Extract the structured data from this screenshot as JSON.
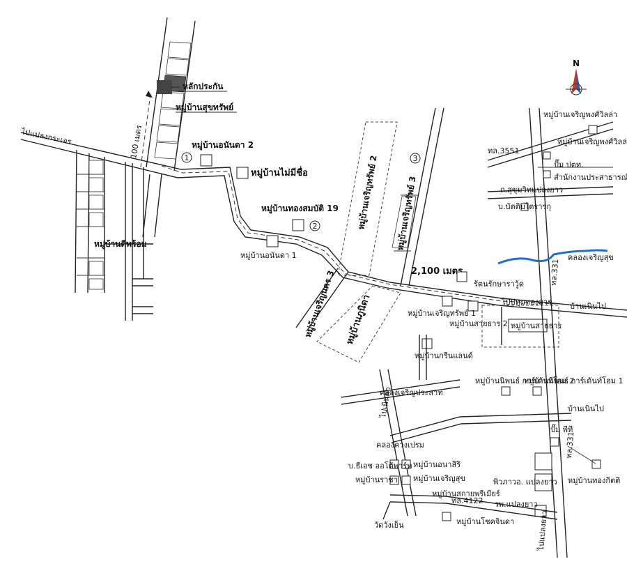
{
  "map": {
    "site": {
      "marker_label": "หลักประกัน",
      "village": "หมู่บ้านสุขทรัพย์"
    },
    "distances": {
      "short": "100 เมตร",
      "long": "2,100 เมตร"
    },
    "markers": [
      "1",
      "2",
      "3"
    ],
    "compass": {
      "north": "N"
    },
    "villages": {
      "anankha2": "หมู่บ้านอนันดา 2",
      "maimichue": "หมู่บ้านไม่มีชื่อ",
      "thongsombat19": "หมู่บ้านทองสมบัติ 19",
      "anankha1": "หมู่บ้านอนันดา 1",
      "kanokthong": "หมู่บ้านดีพร้อม",
      "charoensap2": "หมู่บ้านเจริญทรัพย์ 2",
      "charoensap3": "หมู่บ้านเจริญทรัพย์ 3",
      "charoennakhon3": "หมู่บ้านเจริญนคร 3",
      "phunika": "หมู่บ้านภูนิดา",
      "rattanaphon": "รัตนรักษาราวู้ด",
      "charoensap1": "หมู่บ้านเจริญทรัพย์ 1",
      "saiyarak2": "หมู่บ้านสายธาร 2",
      "saiyarak": "หมู่บ้านสายธาร",
      "greenland": "หมู่บ้านกรีนแลนด์",
      "nipon2": "หมู่บ้านนิพนธ์ การ์เด้นท์โฮม 2",
      "nipon1": "หมู่บ้านนิพนธ์ การ์เด้นท์โฮม 1",
      "anaset": "หมู่บ้านอนาสิริ",
      "charoensuk": "หมู่บ้านเจริญสุข",
      "ratcha": "หมู่บ้านราชา",
      "chokdee": "หมู่บ้านทองกิตติ",
      "srimueang": "หมู่บ้านสกายพรีเมียร์",
      "chaichinda": "หมู่บ้านโชคจินดา",
      "charoenpong": "หมู่บ้านเจริญพงศ์วิลล่า"
    },
    "places": {
      "bo_ptt": "ปั๊ม ปตท.",
      "samnakngan": "สำนักงานประสาธารณ์",
      "bo_pt": "บ.บัตติบไตรารกุ",
      "pump2": "ปั๊ม พีที",
      "school": "พิวภาวอ. แปลงยาว",
      "hospital": "รพ.แปลงยาว",
      "watwangyen": "วัดวังเย็น",
      "b_bwon": "บ.ธีเอช ออโต้พาร์ท",
      "khlong_charoen": "คลองเจริญสุข",
      "khlong_label": "คลองเจริญสุข",
      "ban_phinpho": "บ้านเนินไป",
      "ban_phinpho2": "บ้านเนินไป",
      "ban_nonsit": "ไปปทุมทองสาร",
      "to_b": "ไปแปลงยาว",
      "to_top": "ไปแปลงกระเจร",
      "to_bottom": "ไปเนินค่า",
      "kheng": "คลองควงเปรม",
      "khlong_khonghluang": "คลองเจริญประสาท",
      "highway": "ทล.3551",
      "highway2": "ทล.331",
      "highway3": "ทล.4122",
      "road_thai": "ถ.สุขุมวิทแปลงยาว"
    }
  }
}
